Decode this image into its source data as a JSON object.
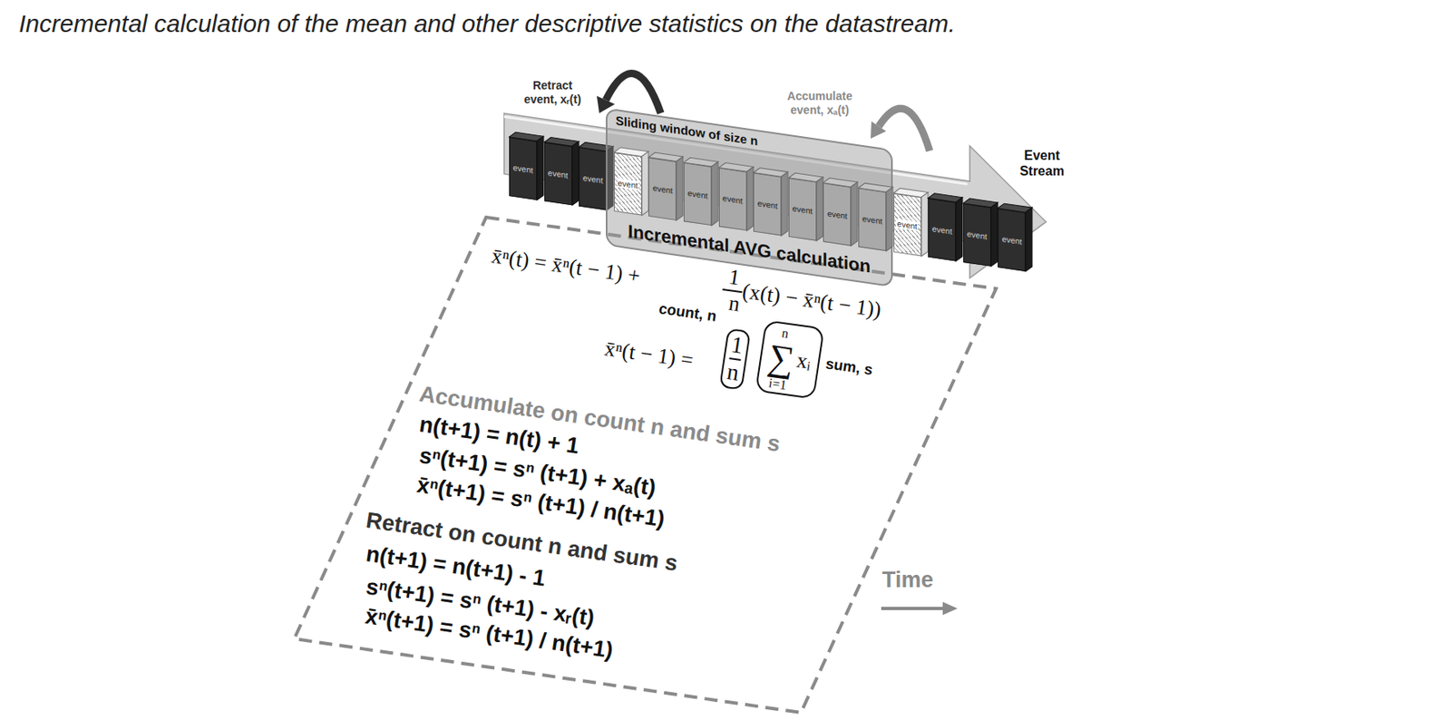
{
  "diagram": {
    "title": "Incremental calculation of the mean and other descriptive statistics on the datastream.",
    "nodes": [
      {
        "text": [
          "event"
        ]
      },
      {
        "text": [
          "event"
        ]
      },
      {
        "text": [
          "event"
        ]
      },
      {
        "text": [
          "Sliding window of size n",
          "Incremental AVG calculation"
        ]
      },
      {
        "text": [
          "event"
        ],
        "in": 3
      },
      {
        "text": [
          "event"
        ],
        "in": 3
      },
      {
        "text": [
          "event"
        ],
        "in": 3
      },
      {
        "text": [
          "event"
        ],
        "in": 3
      },
      {
        "text": [
          "event"
        ],
        "in": 3
      },
      {
        "text": [
          "event"
        ],
        "in": 3
      },
      {
        "text": [
          "event"
        ],
        "in": 3
      },
      {
        "text": [
          "event"
        ],
        "in": 3
      },
      {
        "text": [
          "event"
        ]
      },
      {
        "text": [
          "event"
        ]
      },
      {
        "text": [
          "event"
        ]
      },
      {
        "text": [
          "event"
        ]
      },
      {
        "text": [
          "x̄ⁿ(t) = x̄ⁿ(t − 1) +",
          "1",
          "n",
          "(x(t) − x̄ⁿ(t − 1))",
          "x̄ⁿ(t − 1) =",
          "Accumulate on count n and sum s",
          "n(t+1) = n(t) + 1",
          "sⁿ(t+1) = sⁿ (t+1) + xₐ(t)",
          "x̄ⁿ(t+1) = sⁿ (t+1) / n(t+1)",
          "Retract on count n and sum s",
          "n(t+1) = n(t+1) - 1",
          "sⁿ(t+1) = sⁿ (t+1) - xᵣ(t)",
          "x̄ⁿ(t+1) = sⁿ (t+1) / n(t+1)"
        ]
      },
      {
        "text": [
          "count, n",
          "1",
          "n"
        ],
        "in": 16
      },
      {
        "text": [
          "n",
          "∑",
          "i=1",
          "xᵢ",
          "sum, s"
        ],
        "in": 16
      }
    ],
    "labels": [
      "Retract event, xᵣ(t)",
      "Accumulate event, xₐ(t)",
      "Event Stream",
      "Time"
    ]
  }
}
